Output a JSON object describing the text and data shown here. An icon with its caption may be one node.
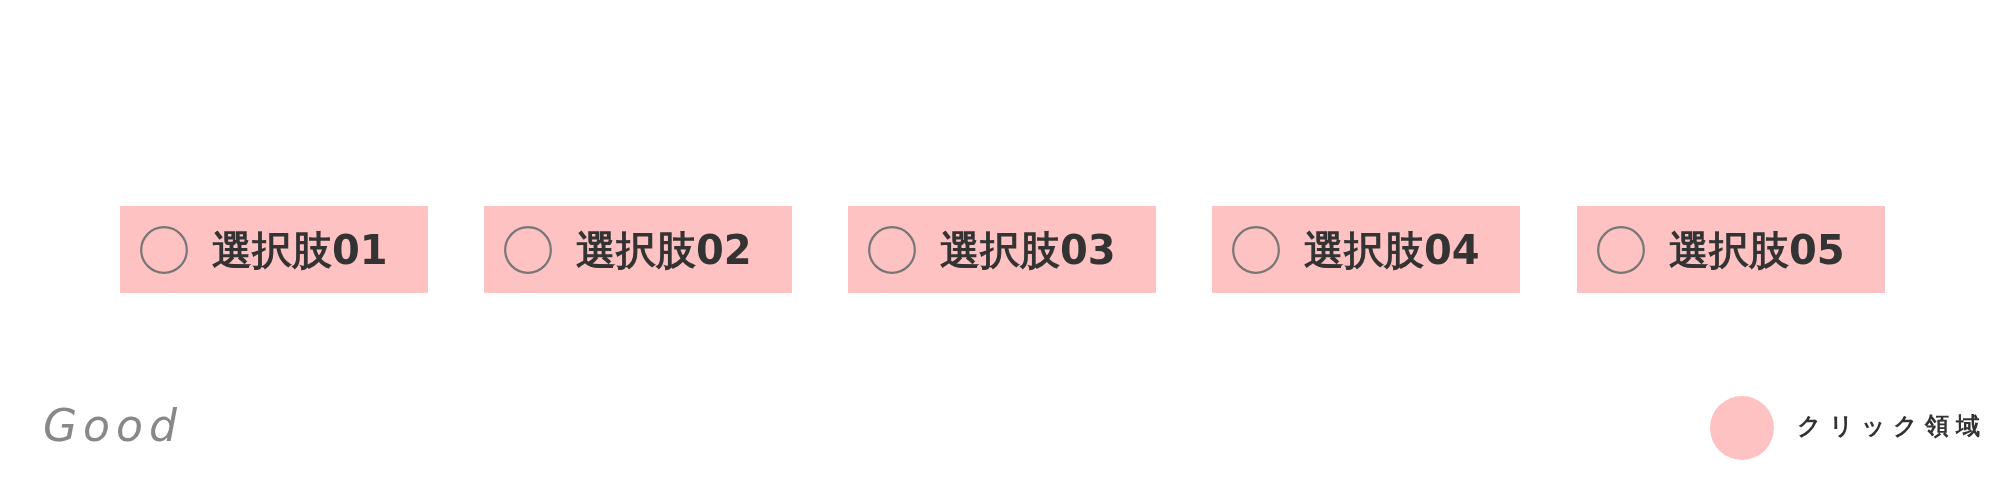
{
  "diagram": {
    "nodes": [
      {
        "text": [
          "選択肢01"
        ]
      },
      {
        "text": [
          "選択肢02"
        ]
      },
      {
        "text": [
          "選択肢03"
        ]
      },
      {
        "text": [
          "選択肢04"
        ]
      },
      {
        "text": [
          "選択肢05"
        ]
      }
    ],
    "labels": [
      "Good"
    ],
    "legend": [
      {
        "text": "クリック領域",
        "color": "#ffc2c2"
      }
    ]
  }
}
